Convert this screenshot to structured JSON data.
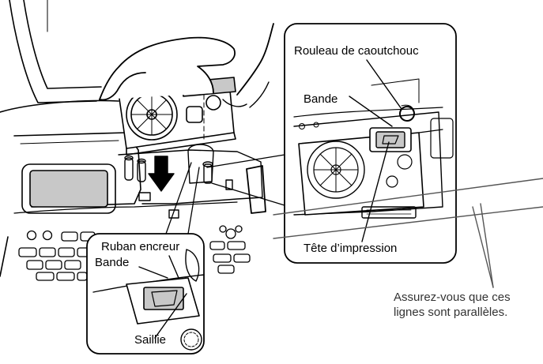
{
  "labels": {
    "rubber_roller": "Rouleau de caoutchouc",
    "tape_right": "Bande",
    "print_head": "Tête d’impression",
    "ink_ribbon": "Ruban encreur",
    "tape_left": "Bande",
    "protrusion": "Saillie",
    "note_line1": "Assurez-vous que ces",
    "note_line2": "lignes sont parallèles."
  },
  "colors": {
    "line": "#000000",
    "screen": "#c8c8c8",
    "label_pad": "#ffffff",
    "guide": "#555555"
  }
}
